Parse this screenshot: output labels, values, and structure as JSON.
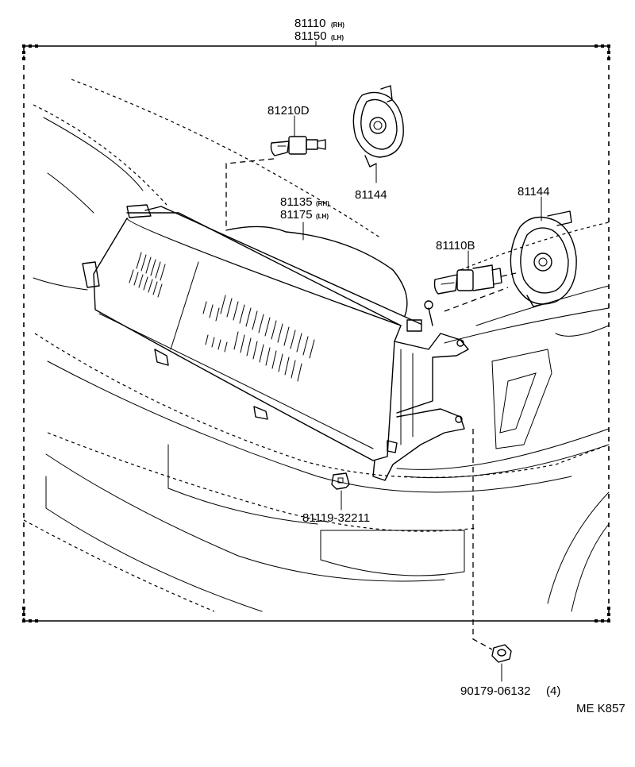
{
  "assembly": {
    "part_rh": "81110",
    "part_lh": "81150",
    "rh_tag": "(RH)",
    "lh_tag": "(LH)"
  },
  "callouts": {
    "bulb_small": "81210D",
    "socket_top": "81144",
    "socket_right": "81144",
    "unit_rh": "81135",
    "unit_lh": "81175",
    "unit_rh_tag": "(RH)",
    "unit_lh_tag": "(LH)",
    "bulb_main": "81110B",
    "retainer": "81119-32211",
    "nut": "90179-06132",
    "nut_qty": "(4)"
  },
  "diagram_code": "ME K857",
  "icons": [
    "headlamp-assembly",
    "wedge-bulb",
    "halogen-bulb",
    "bulb-socket-cover",
    "clip",
    "nut"
  ]
}
